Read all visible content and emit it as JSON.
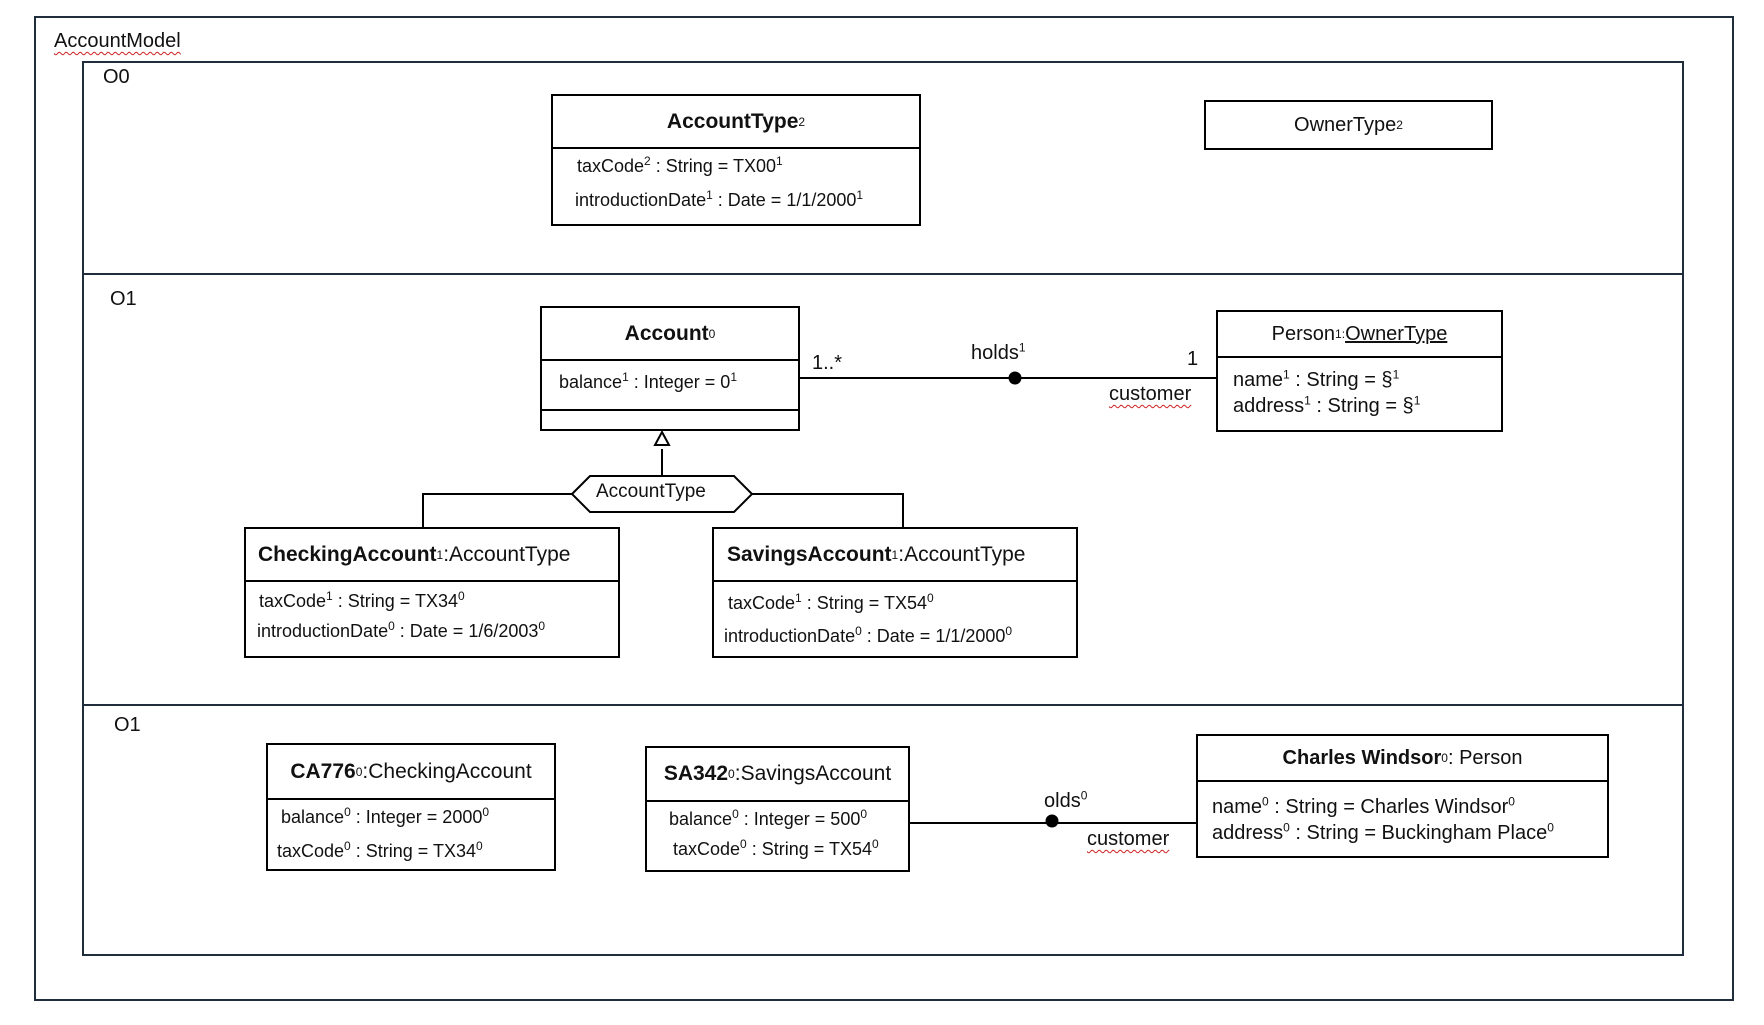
{
  "model": {
    "label": "AccountModel"
  },
  "levels": [
    {
      "label": "O0"
    },
    {
      "label": "O1"
    },
    {
      "label": "O1"
    }
  ],
  "account_type": {
    "name": "AccountType",
    "name_sup": "2",
    "attrs": [
      {
        "name": "taxCode",
        "sup": "2",
        "type": " : String = TX00",
        "val_sup": "1"
      },
      {
        "name": "introductionDate",
        "sup": "1",
        "type": " : Date = 1/1/2000",
        "val_sup": "1"
      }
    ]
  },
  "owner_type": {
    "name": "OwnerType",
    "sup": "2"
  },
  "account": {
    "name": "Account",
    "name_sup": "0",
    "attr": {
      "name": "balance",
      "sup": "1",
      "type": " : Integer = 0",
      "val_sup": "1"
    }
  },
  "person": {
    "name": "Person",
    "sup": "1",
    "sep": ":",
    "type": "OwnerType",
    "attrs": [
      {
        "name": "name",
        "sup": "1",
        "type": " : String = §",
        "val_sup": "1"
      },
      {
        "name": "address",
        "sup": "1",
        "type": " :  String = §",
        "val_sup": "1"
      }
    ]
  },
  "assoc_holds": {
    "label": "holds",
    "sup": "1",
    "mult_left": "1..*",
    "mult_right": "1",
    "role": "customer"
  },
  "powertype": {
    "label": "AccountType"
  },
  "checking": {
    "name": "CheckingAccount",
    "sup": "1",
    "type": ":AccountType",
    "attrs": [
      {
        "name": "taxCode",
        "sup": "1",
        "type": " : String = TX34",
        "val_sup": "0"
      },
      {
        "name": "introductionDate",
        "sup": "0",
        "type": " : Date = 1/6/2003",
        "val_sup": "0"
      }
    ]
  },
  "savings": {
    "name": "SavingsAccount",
    "sup": "1",
    "type": ":AccountType",
    "attrs": [
      {
        "name": "taxCode",
        "sup": "1",
        "type": " : String = TX54",
        "val_sup": "0"
      },
      {
        "name": "introductionDate",
        "sup": "0",
        "type": " : Date = 1/1/2000",
        "val_sup": "0"
      }
    ]
  },
  "ca776": {
    "name": "CA776",
    "sup": "0",
    "type": ":CheckingAccount",
    "attrs": [
      {
        "name": "balance",
        "sup": "0",
        "type": " : Integer = 2000",
        "val_sup": "0"
      },
      {
        "name": "taxCode",
        "sup": "0",
        "type": " : String = TX34",
        "val_sup": "0"
      }
    ]
  },
  "sa342": {
    "name": "SA342",
    "sup": "0",
    "type": ":SavingsAccount",
    "attrs": [
      {
        "name": "balance",
        "sup": "0",
        "type": " : Integer = 500",
        "val_sup": "0"
      },
      {
        "name": "taxCode",
        "sup": "0",
        "type": " : String = TX54",
        "val_sup": "0"
      }
    ]
  },
  "charles": {
    "name": "Charles Windsor",
    "sup": "0",
    "type": ": Person",
    "attrs": [
      {
        "name": "name",
        "sup": "0",
        "type": " : String = Charles Windsor",
        "val_sup": "0"
      },
      {
        "name": "address",
        "sup": "0",
        "type": " :  String = Buckingham Place",
        "val_sup": "0"
      }
    ]
  },
  "assoc_holds_inst": {
    "label": "olds",
    "sup": "0",
    "role": "customer"
  }
}
